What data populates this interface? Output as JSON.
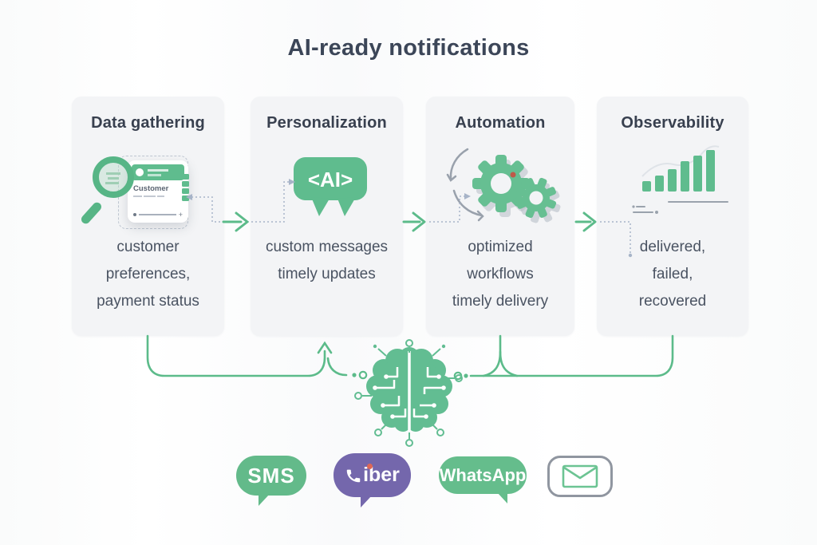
{
  "title": "AI-ready notifications",
  "cards": [
    {
      "heading": "Data gathering",
      "lines": [
        "customer",
        "preferences,",
        "payment status"
      ]
    },
    {
      "heading": "Personalization",
      "lines": [
        "custom messages",
        "timely updates"
      ]
    },
    {
      "heading": "Automation",
      "lines": [
        "optimized",
        "workflows",
        "timely delivery"
      ]
    },
    {
      "heading": "Observability",
      "lines": [
        "delivered,",
        "failed,",
        "recovered"
      ]
    }
  ],
  "icons": {
    "ai_label": "<AI>",
    "customer_card_label": "Customer",
    "slider_plus": "+",
    "magnifier": "magnifying-glass-icon",
    "gears": "gears-icon",
    "bar_chart": "rising-bar-chart-icon",
    "bar_heights": [
      13,
      20,
      28,
      38,
      45,
      52
    ],
    "brain": "circuit-brain-icon"
  },
  "channels": [
    {
      "name": "sms",
      "label": "SMS",
      "color": "#63ba8a"
    },
    {
      "name": "viber",
      "label": "iber",
      "color": "#7467ac"
    },
    {
      "name": "whatsapp",
      "label": "WhatsApp",
      "color": "#65bd8c"
    },
    {
      "name": "email",
      "label": "",
      "color": "#6cc493"
    }
  ],
  "colors": {
    "accent_green": "#5fbc8e",
    "card_bg": "#f3f4f6",
    "title_text": "#3c4658",
    "body_text": "#4a5362",
    "viber_purple": "#7467ac",
    "connector_gray": "#a7b4c8"
  }
}
